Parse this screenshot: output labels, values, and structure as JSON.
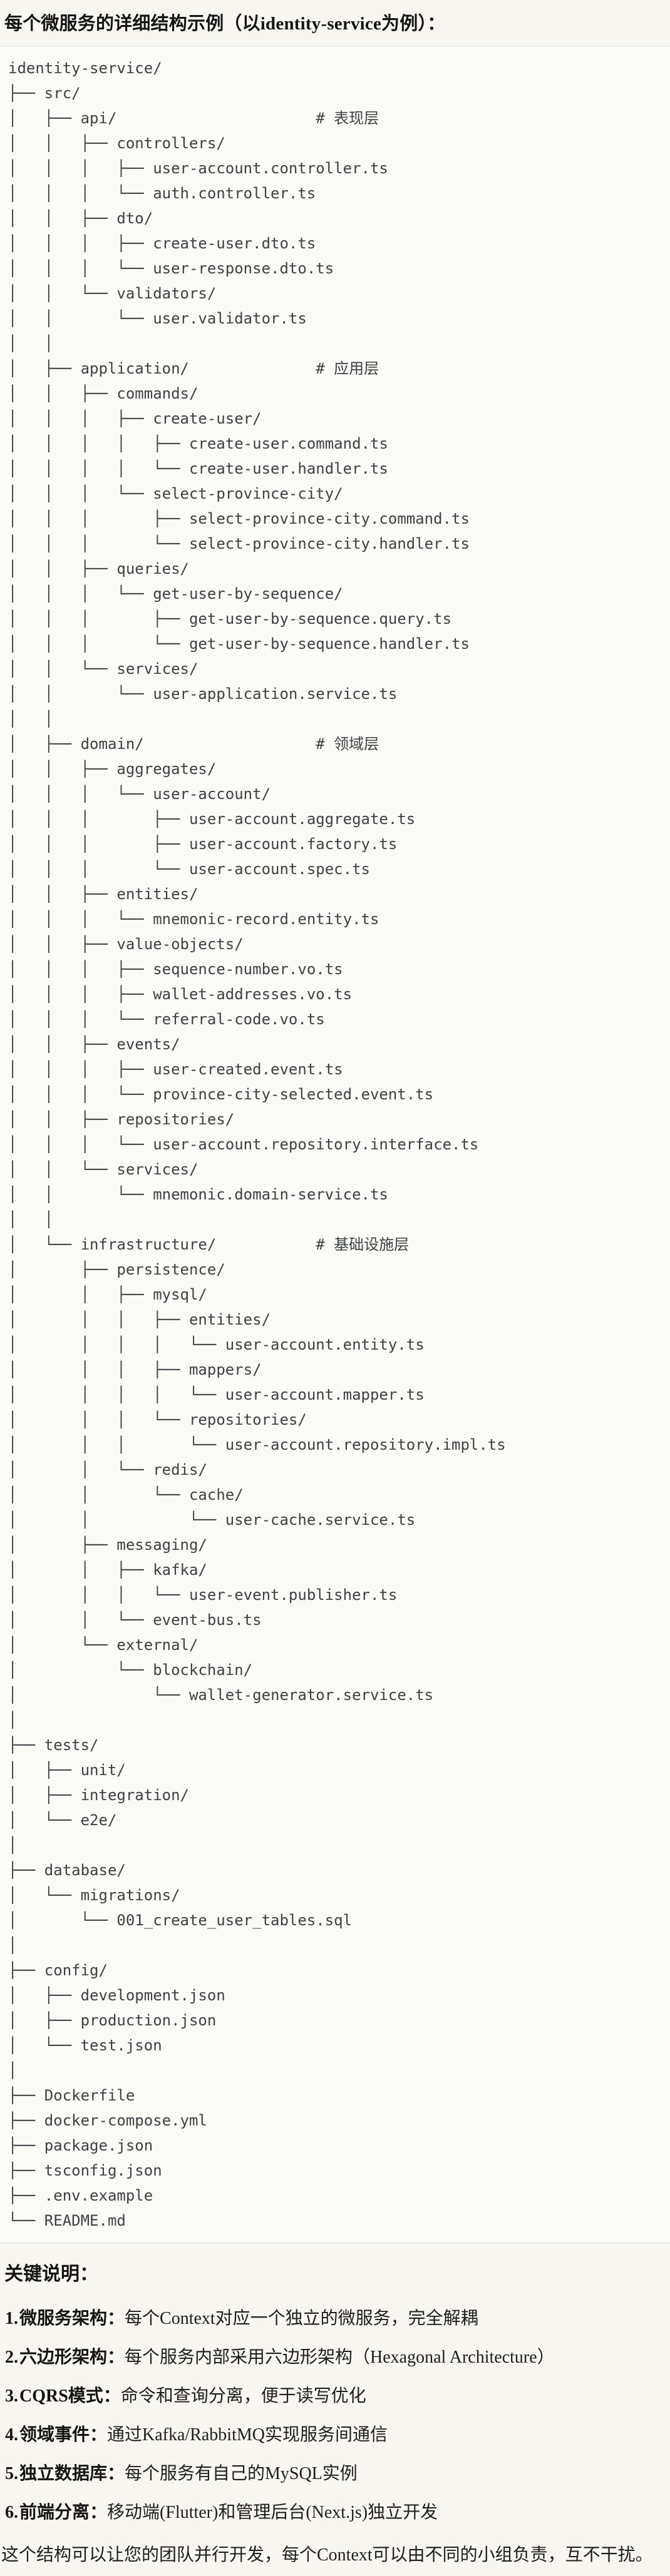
{
  "title": "每个微服务的详细结构示例（以identity-service为例）：",
  "tree_lines": [
    "identity-service/",
    "├── src/",
    "│   ├── api/                      # 表现层",
    "│   │   ├── controllers/",
    "│   │   │   ├── user-account.controller.ts",
    "│   │   │   └── auth.controller.ts",
    "│   │   ├── dto/",
    "│   │   │   ├── create-user.dto.ts",
    "│   │   │   └── user-response.dto.ts",
    "│   │   └── validators/",
    "│   │       └── user.validator.ts",
    "│   │",
    "│   ├── application/              # 应用层",
    "│   │   ├── commands/",
    "│   │   │   ├── create-user/",
    "│   │   │   │   ├── create-user.command.ts",
    "│   │   │   │   └── create-user.handler.ts",
    "│   │   │   └── select-province-city/",
    "│   │   │       ├── select-province-city.command.ts",
    "│   │   │       └── select-province-city.handler.ts",
    "│   │   ├── queries/",
    "│   │   │   └── get-user-by-sequence/",
    "│   │   │       ├── get-user-by-sequence.query.ts",
    "│   │   │       └── get-user-by-sequence.handler.ts",
    "│   │   └── services/",
    "│   │       └── user-application.service.ts",
    "│   │",
    "│   ├── domain/                   # 领域层",
    "│   │   ├── aggregates/",
    "│   │   │   └── user-account/",
    "│   │   │       ├── user-account.aggregate.ts",
    "│   │   │       ├── user-account.factory.ts",
    "│   │   │       └── user-account.spec.ts",
    "│   │   ├── entities/",
    "│   │   │   └── mnemonic-record.entity.ts",
    "│   │   ├── value-objects/",
    "│   │   │   ├── sequence-number.vo.ts",
    "│   │   │   ├── wallet-addresses.vo.ts",
    "│   │   │   └── referral-code.vo.ts",
    "│   │   ├── events/",
    "│   │   │   ├── user-created.event.ts",
    "│   │   │   └── province-city-selected.event.ts",
    "│   │   ├── repositories/",
    "│   │   │   └── user-account.repository.interface.ts",
    "│   │   └── services/",
    "│   │       └── mnemonic.domain-service.ts",
    "│   │",
    "│   └── infrastructure/           # 基础设施层",
    "│       ├── persistence/",
    "│       │   ├── mysql/",
    "│       │   │   ├── entities/",
    "│       │   │   │   └── user-account.entity.ts",
    "│       │   │   ├── mappers/",
    "│       │   │   │   └── user-account.mapper.ts",
    "│       │   │   └── repositories/",
    "│       │   │       └── user-account.repository.impl.ts",
    "│       │   └── redis/",
    "│       │       └── cache/",
    "│       │           └── user-cache.service.ts",
    "│       ├── messaging/",
    "│       │   ├── kafka/",
    "│       │   │   └── user-event.publisher.ts",
    "│       │   └── event-bus.ts",
    "│       └── external/",
    "│           └── blockchain/",
    "│               └── wallet-generator.service.ts",
    "│",
    "├── tests/",
    "│   ├── unit/",
    "│   ├── integration/",
    "│   └── e2e/",
    "│",
    "├── database/",
    "│   └── migrations/",
    "│       └── 001_create_user_tables.sql",
    "│",
    "├── config/",
    "│   ├── development.json",
    "│   ├── production.json",
    "│   └── test.json",
    "│",
    "├── Dockerfile",
    "├── docker-compose.yml",
    "├── package.json",
    "├── tsconfig.json",
    "├── .env.example",
    "└── README.md"
  ],
  "tree_comments": [
    "# 表现层",
    "# 应用层",
    "# 领域层",
    "# 基础设施层"
  ],
  "notes": {
    "heading": "关键说明：",
    "items": [
      {
        "num": "1.",
        "label": "微服务架构：",
        "text": "每个Context对应一个独立的微服务，完全解耦"
      },
      {
        "num": "2.",
        "label": "六边形架构：",
        "text": "每个服务内部采用六边形架构（Hexagonal Architecture）"
      },
      {
        "num": "3.",
        "label": "CQRS模式：",
        "text": "命令和查询分离，便于读写优化"
      },
      {
        "num": "4.",
        "label": "领域事件：",
        "text": "通过Kafka/RabbitMQ实现服务间通信"
      },
      {
        "num": "5.",
        "label": "独立数据库：",
        "text": "每个服务有自己的MySQL实例"
      },
      {
        "num": "6.",
        "label": "前端分离：",
        "text": "移动端(Flutter)和管理后台(Next.js)独立开发"
      }
    ],
    "closing": "这个结构可以让您的团队并行开发，每个Context可以由不同的小组负责，互不干扰。"
  },
  "colors": {
    "page_bg": "#f7f6f1",
    "code_bg": "#fafaf7",
    "divider": "#deddd7",
    "heading_text": "#141414",
    "body_text": "#1e1e1e",
    "tree_text": "#3e4144"
  }
}
